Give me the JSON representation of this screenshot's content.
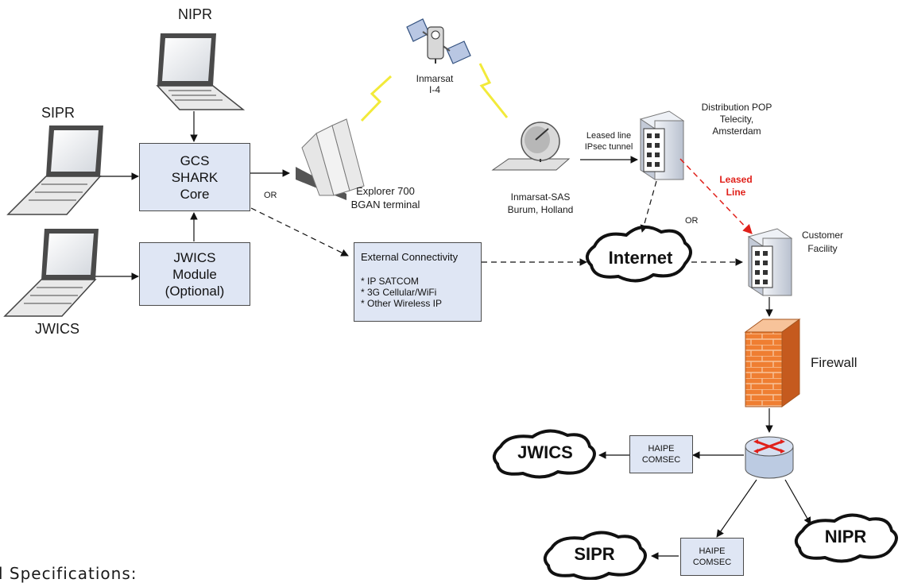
{
  "labels": {
    "nipr_top": "NIPR",
    "sipr_left": "SIPR",
    "jwics_left": "JWICS",
    "or_left": "OR",
    "inmarsat_line1": "Inmarsat",
    "inmarsat_line2": "I-4",
    "explorer_line1": "Explorer 700",
    "explorer_line2": "BGAN terminal",
    "sas_line1": "Inmarsat-SAS",
    "sas_line2": "Burum, Holland",
    "leased_ipsec_line1": "Leased line",
    "leased_ipsec_line2": "IPsec tunnel",
    "pop_line1": "Distribution POP",
    "pop_line2": "Telecity,",
    "pop_line3": "Amsterdam",
    "red_leased_line1": "Leased",
    "red_leased_line2": "Line",
    "or_right": "OR",
    "customer_line1": "Customer",
    "customer_line2": "Facility",
    "firewall": "Firewall",
    "footer": "l Specifications:"
  },
  "boxes": {
    "gcs": {
      "line1": "GCS",
      "line2": "SHARK",
      "line3": "Core"
    },
    "jwics_module": {
      "line1": "JWICS",
      "line2": "Module",
      "line3": "(Optional)"
    },
    "external": {
      "title": "External Connectivity",
      "items": [
        "* IP SATCOM",
        "* 3G Cellular/WiFi",
        "* Other Wireless IP"
      ]
    },
    "haipe1": {
      "line1": "HAIPE",
      "line2": "COMSEC"
    },
    "haipe2": {
      "line1": "HAIPE",
      "line2": "COMSEC"
    }
  },
  "clouds": {
    "internet": "Internet",
    "jwics": "JWICS",
    "sipr": "SIPR",
    "nipr": "NIPR"
  },
  "colors": {
    "box_fill": "#dfe6f4",
    "red_line": "#e0201a",
    "lightning": "#f2ea3a",
    "firewall": "#e8722a"
  }
}
